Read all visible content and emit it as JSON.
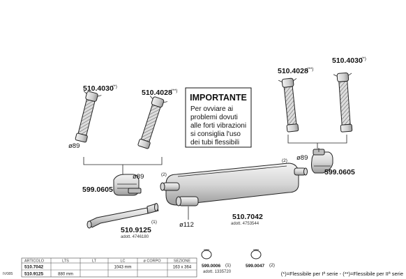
{
  "parts": {
    "flex_left_1": {
      "code": "510.4030",
      "mark": "(*)"
    },
    "flex_left_2": {
      "code": "510.4028",
      "mark": "(**)"
    },
    "flex_right_1": {
      "code": "510.4028",
      "mark": "(**)"
    },
    "flex_right_2": {
      "code": "510.4030",
      "mark": "(*)"
    },
    "clamp_left": {
      "code": "599.0605"
    },
    "clamp_right": {
      "code": "599.0605"
    },
    "muffler": {
      "code": "510.7042",
      "adott": "adott. 4753544"
    },
    "pipe": {
      "code": "510.9125",
      "adott": "adott. 4746180"
    },
    "clamp_small_1": {
      "code": "599.0006",
      "note": "(1)",
      "adott": "adott. 1335720"
    },
    "clamp_small_2": {
      "code": "599.0047",
      "note": "(2)"
    }
  },
  "dimensions": {
    "flex_left": "ø89",
    "clamp_left": "ø89",
    "clamp_right": "ø89",
    "muffler_outlet": "ø112"
  },
  "callouts": {
    "pipe": "(1)",
    "muffler_inlet": "(2)",
    "muffler_outlet_right": "(2)"
  },
  "important": {
    "title": "IMPORTANTE",
    "lines": [
      "Per ovviare ai",
      "problemi dovuti",
      "alle forti vibrazioni",
      "si consiglia l'uso",
      "dei tubi flessibili"
    ]
  },
  "table": {
    "headers": [
      "ARTICOLO",
      "LTS",
      "LT",
      "LC",
      "ø CORPO",
      "SEZIONE"
    ],
    "rows": [
      [
        "510.7042",
        "",
        "",
        "1043 mm",
        "",
        "163 x 364"
      ],
      [
        "510.9125",
        "880 mm",
        "",
        "",
        "",
        ""
      ]
    ],
    "side_label": "IV085"
  },
  "legend": "(*)=Flessibile per Iª serie  -  (**)=Flessibile per IIª serie",
  "colors": {
    "line": "#222222",
    "fill_light": "#e9e9e9",
    "fill_mid": "#bdbdbd",
    "background": "#ffffff"
  }
}
